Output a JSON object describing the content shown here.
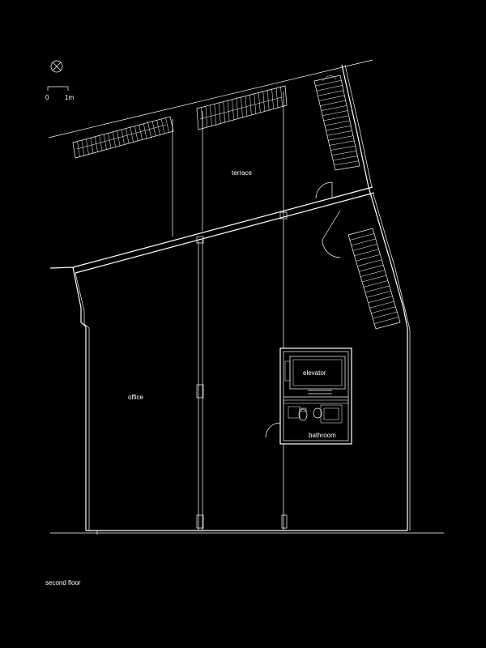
{
  "scale_bar": {
    "start_label": "0",
    "end_label": "1m"
  },
  "rooms": {
    "terrace": "terrace",
    "office": "office",
    "elevator": "elevator",
    "bathroom": "bathroom"
  },
  "floor_label": "second floor",
  "colors": {
    "background": "#000000",
    "lines": "#ffffff"
  },
  "icons": {
    "north_symbol": "north-arrow-icon"
  }
}
